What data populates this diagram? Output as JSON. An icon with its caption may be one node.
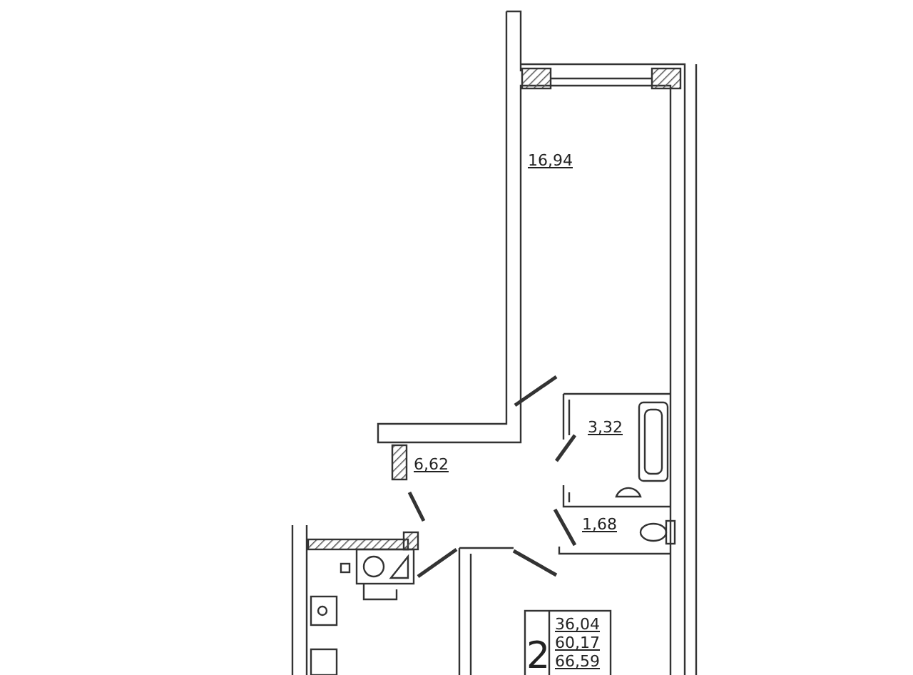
{
  "diagram": {
    "labels": [
      "16,94",
      "3,32",
      "6,62",
      "1,68",
      "2",
      "36,04",
      "60,17",
      "66,59"
    ]
  }
}
